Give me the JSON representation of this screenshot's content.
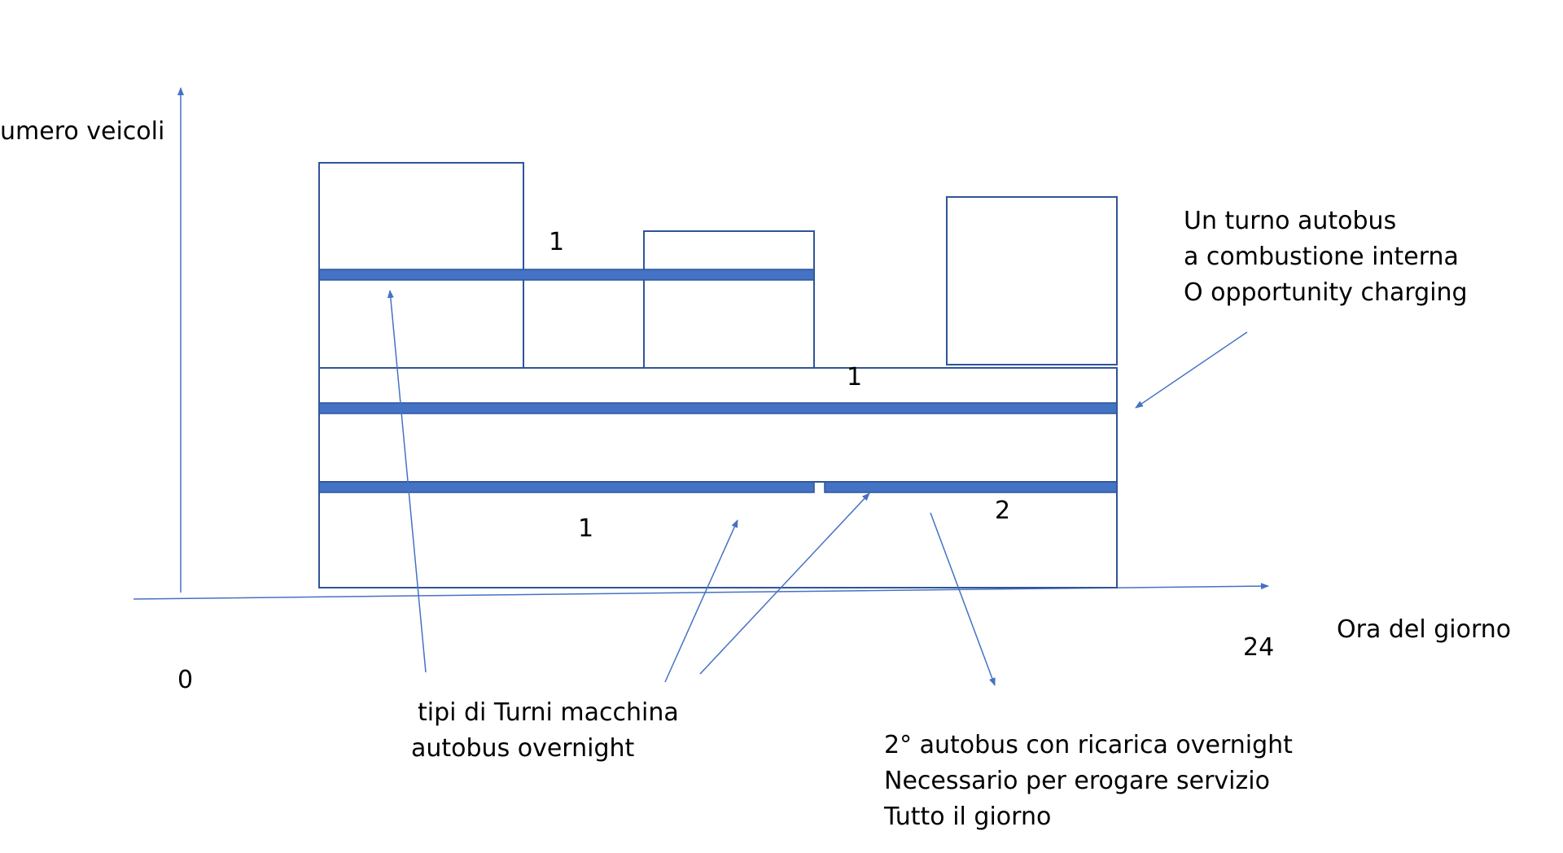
{
  "axes": {
    "y_label": "umero veicoli",
    "x_label": "Ora del giorno",
    "origin_label": "0",
    "end_label": "24"
  },
  "counts": {
    "top": "1",
    "middle": "1",
    "bottom_left": "1",
    "bottom_right": "2"
  },
  "annotations": {
    "combustion": {
      "lines": [
        "Un turno autobus",
        "a combustione interna",
        "O opportunity charging"
      ]
    },
    "overnight": {
      "lines": [
        "tipi di Turni macchina",
        "autobus overnight"
      ]
    },
    "second_bus": {
      "lines": [
        "2° autobus con ricarica overnight",
        "Necessario per erogare servizio",
        "Tutto il giorno"
      ]
    }
  },
  "colors": {
    "outline": "#2F5597",
    "shift_bar": "#4472C4",
    "arrow": "#4472C4",
    "text": "#000000"
  }
}
